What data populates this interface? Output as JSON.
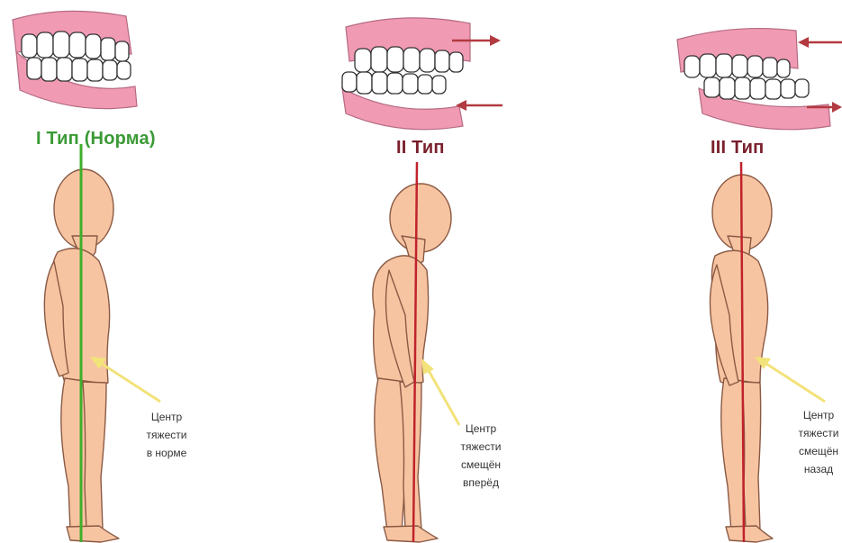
{
  "colors": {
    "skin": "#f7c4a2",
    "skin_outline": "#8a5a44",
    "gum": "#f19ab4",
    "gum_dark": "#e27a9a",
    "tooth": "#ffffff",
    "normal_line": "#3fae2a",
    "shifted_line": "#c0232c",
    "arrow": "#b23a40",
    "pointer": "#f2e27a"
  },
  "panels": [
    {
      "title": "I Тип (Норма)",
      "title_color": "#3a9a35",
      "note_lines": [
        "Центр",
        "тяжести",
        "в норме"
      ]
    },
    {
      "title": "II Тип",
      "title_color": "#7a1f2b",
      "note_lines": [
        "Центр",
        "тяжести",
        "смещён",
        "вперёд"
      ]
    },
    {
      "title": "III Тип",
      "title_color": "#7a1f2b",
      "note_lines": [
        "Центр",
        "тяжести",
        "смещён",
        "назад"
      ]
    }
  ]
}
